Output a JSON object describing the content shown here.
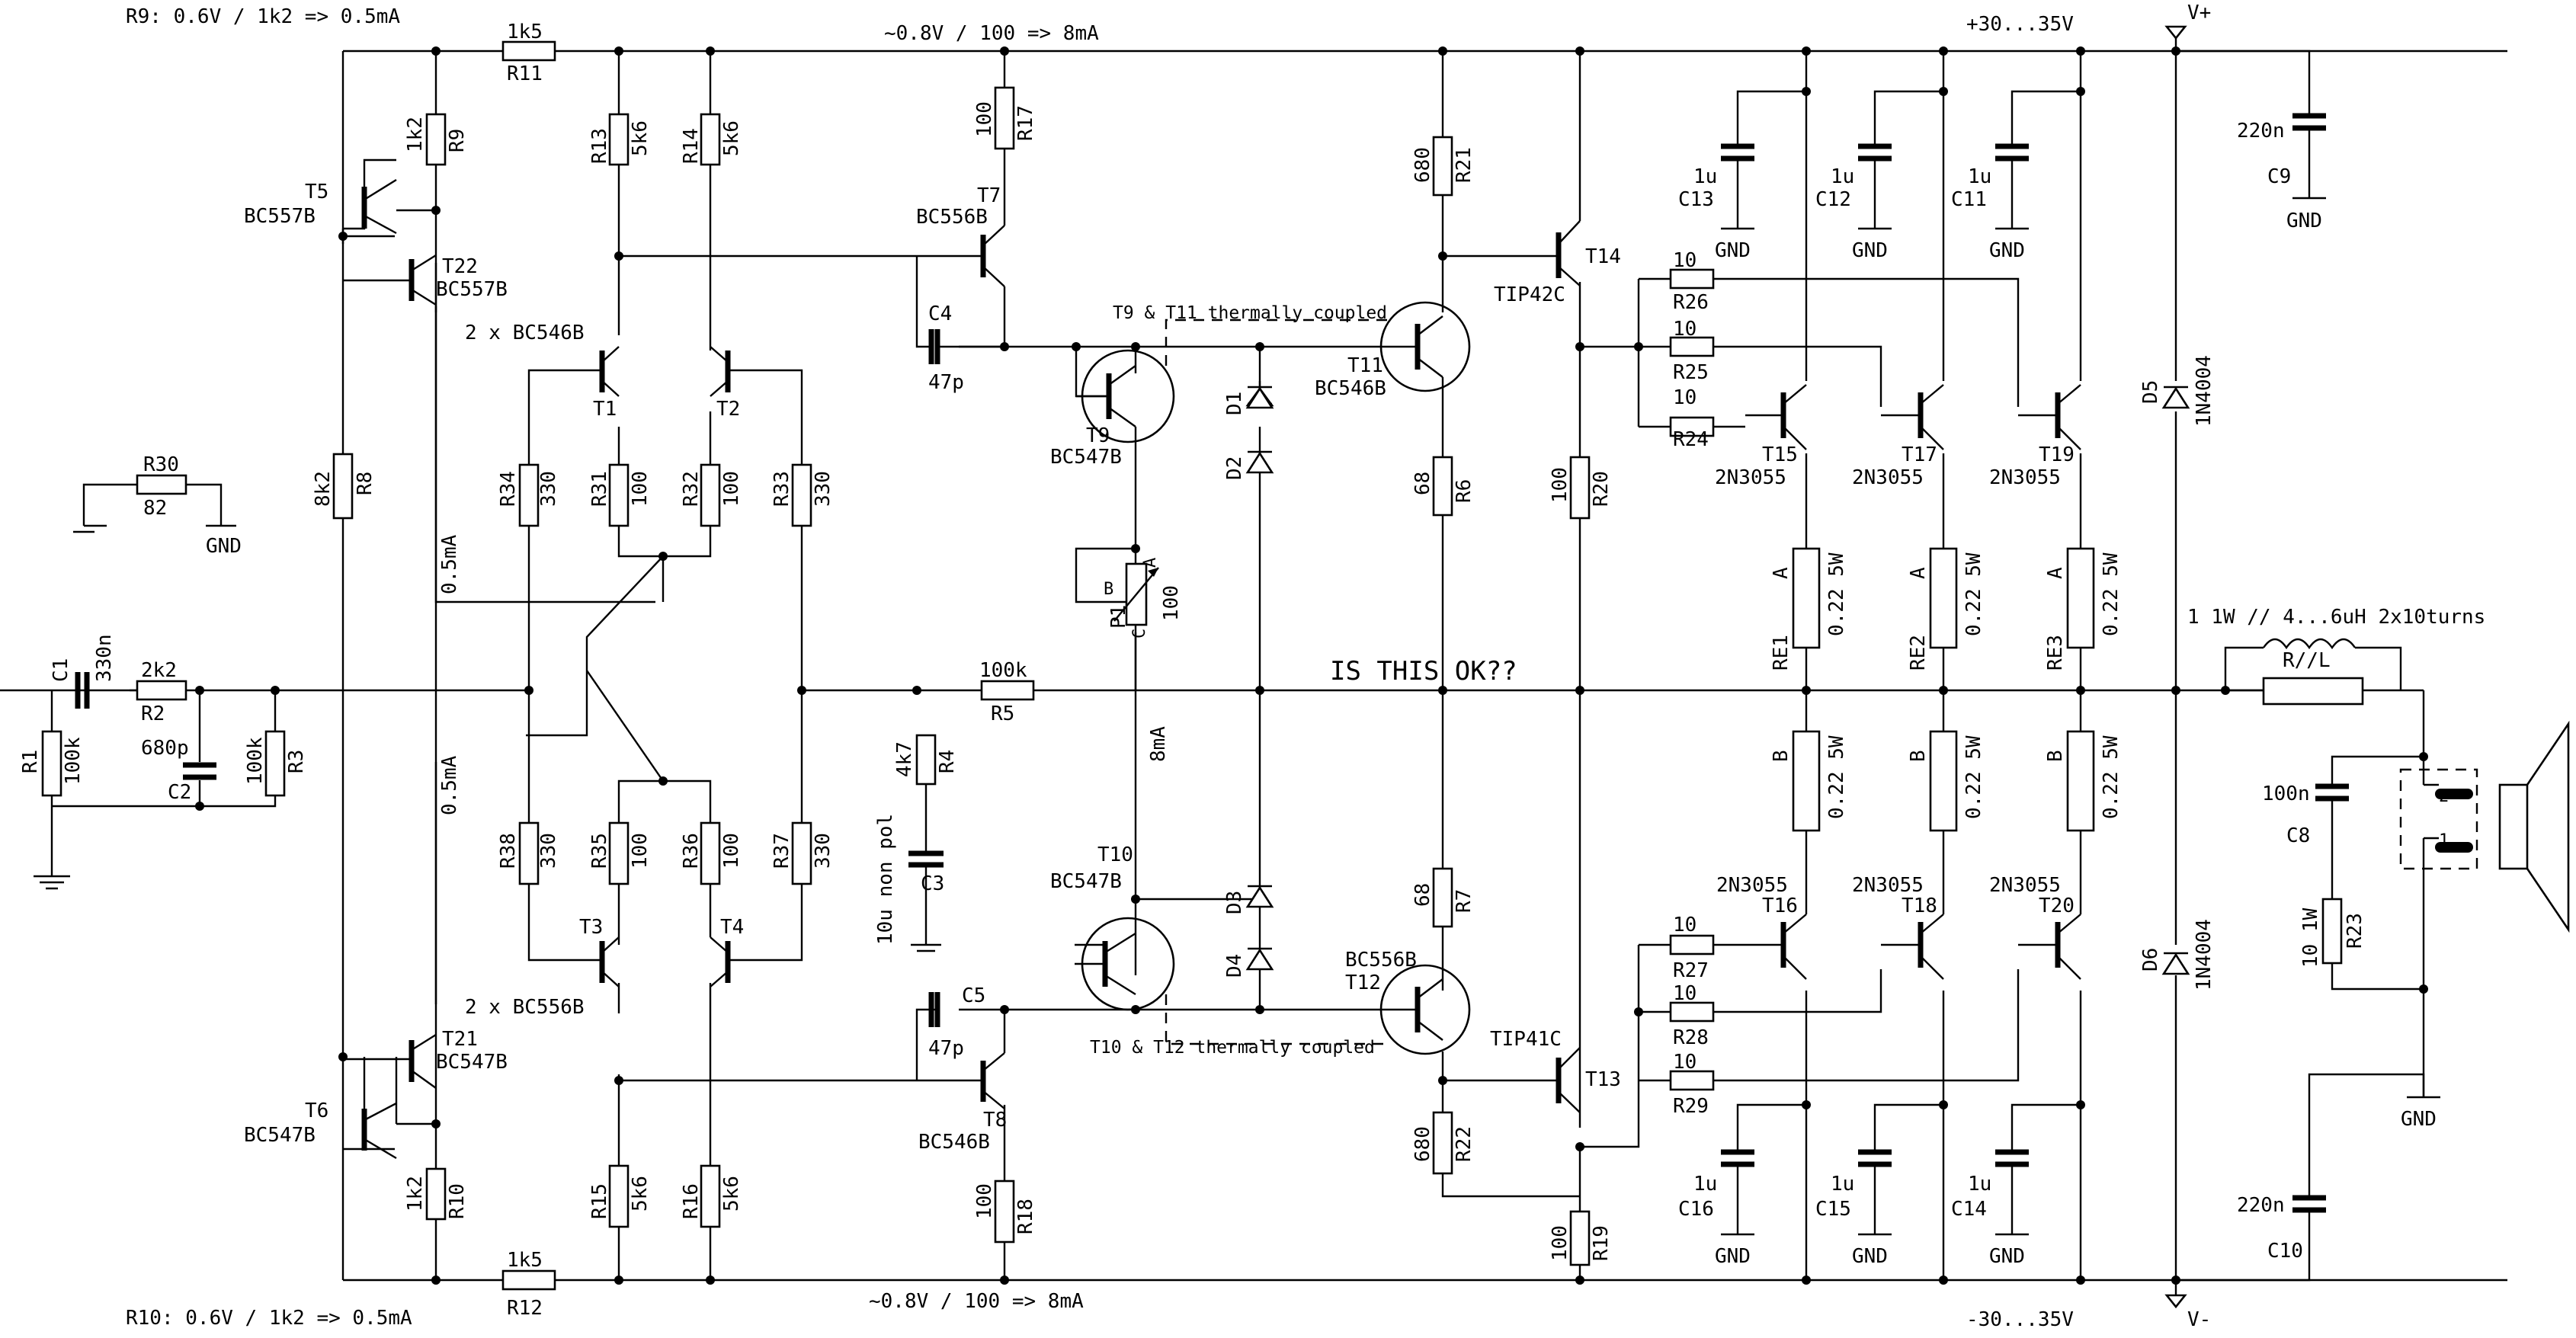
{
  "notes": {
    "r9_note": "R9: 0.6V / 1k2 => 0.5mA",
    "r10_note": "R10: 0.6V / 1k2 => 0.5mA",
    "top_current": "~0.8V / 100 => 8mA",
    "bottom_current": "~0.8V / 100 => 8mA",
    "supply_pos": "+30...35V",
    "supply_neg": "-30...35V",
    "rail_pos": "V+",
    "rail_neg": "V-",
    "question": "IS THIS OK??",
    "coupled_top": "T9 & T11 thermally coupled",
    "coupled_bottom": "T10 & T12 thermally coupled",
    "pair_npn": "2 x BC546B",
    "pair_pnp": "2 x BC556B",
    "cur_a": "0.5mA",
    "cur_b": "0.5mA",
    "cur_c": "8mA",
    "inductor_note": "1 1W // 4...6uH 2x10turns",
    "gnd": "GND"
  },
  "resistors": {
    "R1": {
      "name": "R1",
      "value": "100k"
    },
    "R2": {
      "name": "R2",
      "value": "2k2"
    },
    "R3": {
      "name": "R3",
      "value": "100k"
    },
    "R4": {
      "name": "R4",
      "value": "4k7"
    },
    "R5": {
      "name": "R5",
      "value": "100k"
    },
    "R6": {
      "name": "R6",
      "value": "68"
    },
    "R7": {
      "name": "R7",
      "value": "68"
    },
    "R8": {
      "name": "R8",
      "value": "8k2"
    },
    "R9": {
      "name": "R9",
      "value": "1k2"
    },
    "R10": {
      "name": "R10",
      "value": "1k2"
    },
    "R11": {
      "name": "R11",
      "value": "1k5"
    },
    "R12": {
      "name": "R12",
      "value": "1k5"
    },
    "R13": {
      "name": "R13",
      "value": "5k6"
    },
    "R14": {
      "name": "R14",
      "value": "5k6"
    },
    "R15": {
      "name": "R15",
      "value": "5k6"
    },
    "R16": {
      "name": "R16",
      "value": "5k6"
    },
    "R17": {
      "name": "R17",
      "value": "100"
    },
    "R18": {
      "name": "R18",
      "value": "100"
    },
    "R19": {
      "name": "R19",
      "value": "100"
    },
    "R20": {
      "name": "R20",
      "value": "100"
    },
    "R21": {
      "name": "R21",
      "value": "680"
    },
    "R22": {
      "name": "R22",
      "value": "680"
    },
    "R23": {
      "name": "R23",
      "value": "10 1W"
    },
    "R24": {
      "name": "R24",
      "value": "10"
    },
    "R25": {
      "name": "R25",
      "value": "10"
    },
    "R26": {
      "name": "R26",
      "value": "10"
    },
    "R27": {
      "name": "R27",
      "value": "10"
    },
    "R28": {
      "name": "R28",
      "value": "10"
    },
    "R29": {
      "name": "R29",
      "value": "10"
    },
    "R30": {
      "name": "R30",
      "value": "82"
    },
    "R31": {
      "name": "R31",
      "value": "100"
    },
    "R32": {
      "name": "R32",
      "value": "100"
    },
    "R33": {
      "name": "R33",
      "value": "330"
    },
    "R34": {
      "name": "R34",
      "value": "330"
    },
    "R35": {
      "name": "R35",
      "value": "100"
    },
    "R36": {
      "name": "R36",
      "value": "100"
    },
    "R37": {
      "name": "R37",
      "value": "330"
    },
    "R38": {
      "name": "R38",
      "value": "330"
    },
    "RE1": {
      "name": "RE1",
      "value": "0.22 5W"
    },
    "RE2": {
      "name": "RE2",
      "value": "0.22 5W"
    },
    "RE3": {
      "name": "RE3",
      "value": "0.22 5W"
    },
    "RLpar": {
      "name": "",
      "value": "R//L"
    }
  },
  "capacitors": {
    "C1": {
      "name": "C1",
      "value": "330n"
    },
    "C2": {
      "name": "C2",
      "value": "680p"
    },
    "C3": {
      "name": "C3",
      "value": "10u non pol"
    },
    "C4": {
      "name": "C4",
      "value": "47p"
    },
    "C5": {
      "name": "C5",
      "value": "47p"
    },
    "C8": {
      "name": "C8",
      "value": "100n"
    },
    "C9": {
      "name": "C9",
      "value": "220n"
    },
    "C10": {
      "name": "C10",
      "value": "220n"
    },
    "C11": {
      "name": "C11",
      "value": "1u"
    },
    "C12": {
      "name": "C12",
      "value": "1u"
    },
    "C13": {
      "name": "C13",
      "value": "1u"
    },
    "C14": {
      "name": "C14",
      "value": "1u"
    },
    "C15": {
      "name": "C15",
      "value": "1u"
    },
    "C16": {
      "name": "C16",
      "value": "1u"
    }
  },
  "transistors": {
    "T1": {
      "name": "T1",
      "part": ""
    },
    "T2": {
      "name": "T2",
      "part": ""
    },
    "T3": {
      "name": "T3",
      "part": ""
    },
    "T4": {
      "name": "T4",
      "part": ""
    },
    "T5": {
      "name": "T5",
      "part": "BC557B"
    },
    "T6": {
      "name": "T6",
      "part": "BC547B"
    },
    "T7": {
      "name": "T7",
      "part": "BC556B"
    },
    "T8": {
      "name": "T8",
      "part": "BC546B"
    },
    "T9": {
      "name": "T9",
      "part": "BC547B"
    },
    "T10": {
      "name": "T10",
      "part": "BC547B"
    },
    "T11": {
      "name": "T11",
      "part": "BC546B"
    },
    "T12": {
      "name": "T12",
      "part": "BC556B"
    },
    "T13": {
      "name": "T13",
      "part": "TIP41C"
    },
    "T14": {
      "name": "T14",
      "part": "TIP42C"
    },
    "T15": {
      "name": "T15",
      "part": "2N3055"
    },
    "T16": {
      "name": "T16",
      "part": "2N3055"
    },
    "T17": {
      "name": "T17",
      "part": "2N3055"
    },
    "T18": {
      "name": "T18",
      "part": "2N3055"
    },
    "T19": {
      "name": "T19",
      "part": "2N3055"
    },
    "T20": {
      "name": "T20",
      "part": "2N3055"
    },
    "T21": {
      "name": "T21",
      "part": "BC547B"
    },
    "T22": {
      "name": "T22",
      "part": "BC557B"
    }
  },
  "diodes": {
    "D1": "D1",
    "D2": "D2",
    "D3": "D3",
    "D4": "D4",
    "D5": {
      "name": "D5",
      "part": "1N4004"
    },
    "D6": {
      "name": "D6",
      "part": "1N4004"
    }
  },
  "pot": {
    "name": "P1",
    "value": "100",
    "pin_a": "A",
    "pin_b": "B",
    "pin_c": "C"
  },
  "emitter_taps": {
    "a": "A",
    "b": "B"
  },
  "speaker": {
    "pin1": "1",
    "pin2": "2"
  }
}
